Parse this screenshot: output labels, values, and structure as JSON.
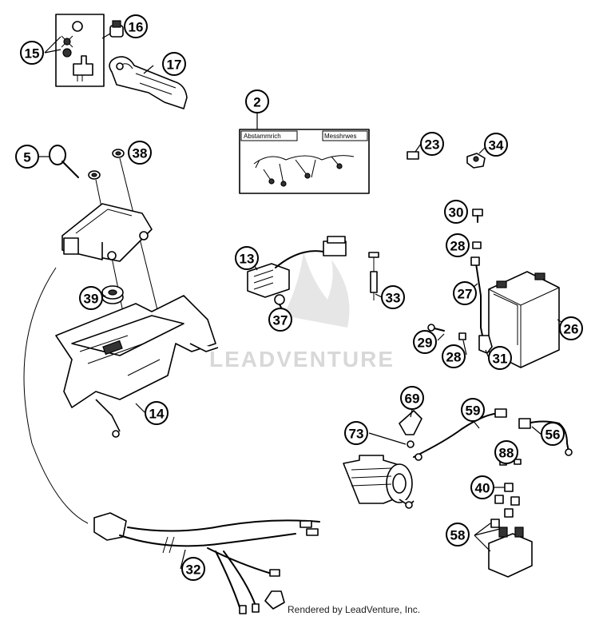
{
  "watermark": "LEADVENTURE",
  "credit": "Rendered by LeadVenture, Inc.",
  "harness_label": {
    "left": "Abstammrich",
    "right": "Messhrwes"
  },
  "callouts": [
    {
      "id": "15",
      "label": "15"
    },
    {
      "id": "16",
      "label": "16"
    },
    {
      "id": "17",
      "label": "17"
    },
    {
      "id": "2",
      "label": "2"
    },
    {
      "id": "5",
      "label": "5"
    },
    {
      "id": "38",
      "label": "38"
    },
    {
      "id": "23",
      "label": "23"
    },
    {
      "id": "34",
      "label": "34"
    },
    {
      "id": "30",
      "label": "30"
    },
    {
      "id": "28a",
      "label": "28"
    },
    {
      "id": "13",
      "label": "13"
    },
    {
      "id": "33",
      "label": "33"
    },
    {
      "id": "27",
      "label": "27"
    },
    {
      "id": "39",
      "label": "39"
    },
    {
      "id": "37",
      "label": "37"
    },
    {
      "id": "26",
      "label": "26"
    },
    {
      "id": "29",
      "label": "29"
    },
    {
      "id": "28b",
      "label": "28"
    },
    {
      "id": "31",
      "label": "31"
    },
    {
      "id": "14",
      "label": "14"
    },
    {
      "id": "69",
      "label": "69"
    },
    {
      "id": "59",
      "label": "59"
    },
    {
      "id": "73",
      "label": "73"
    },
    {
      "id": "56",
      "label": "56"
    },
    {
      "id": "88",
      "label": "88"
    },
    {
      "id": "40",
      "label": "40"
    },
    {
      "id": "58",
      "label": "58"
    },
    {
      "id": "32",
      "label": "32"
    }
  ]
}
